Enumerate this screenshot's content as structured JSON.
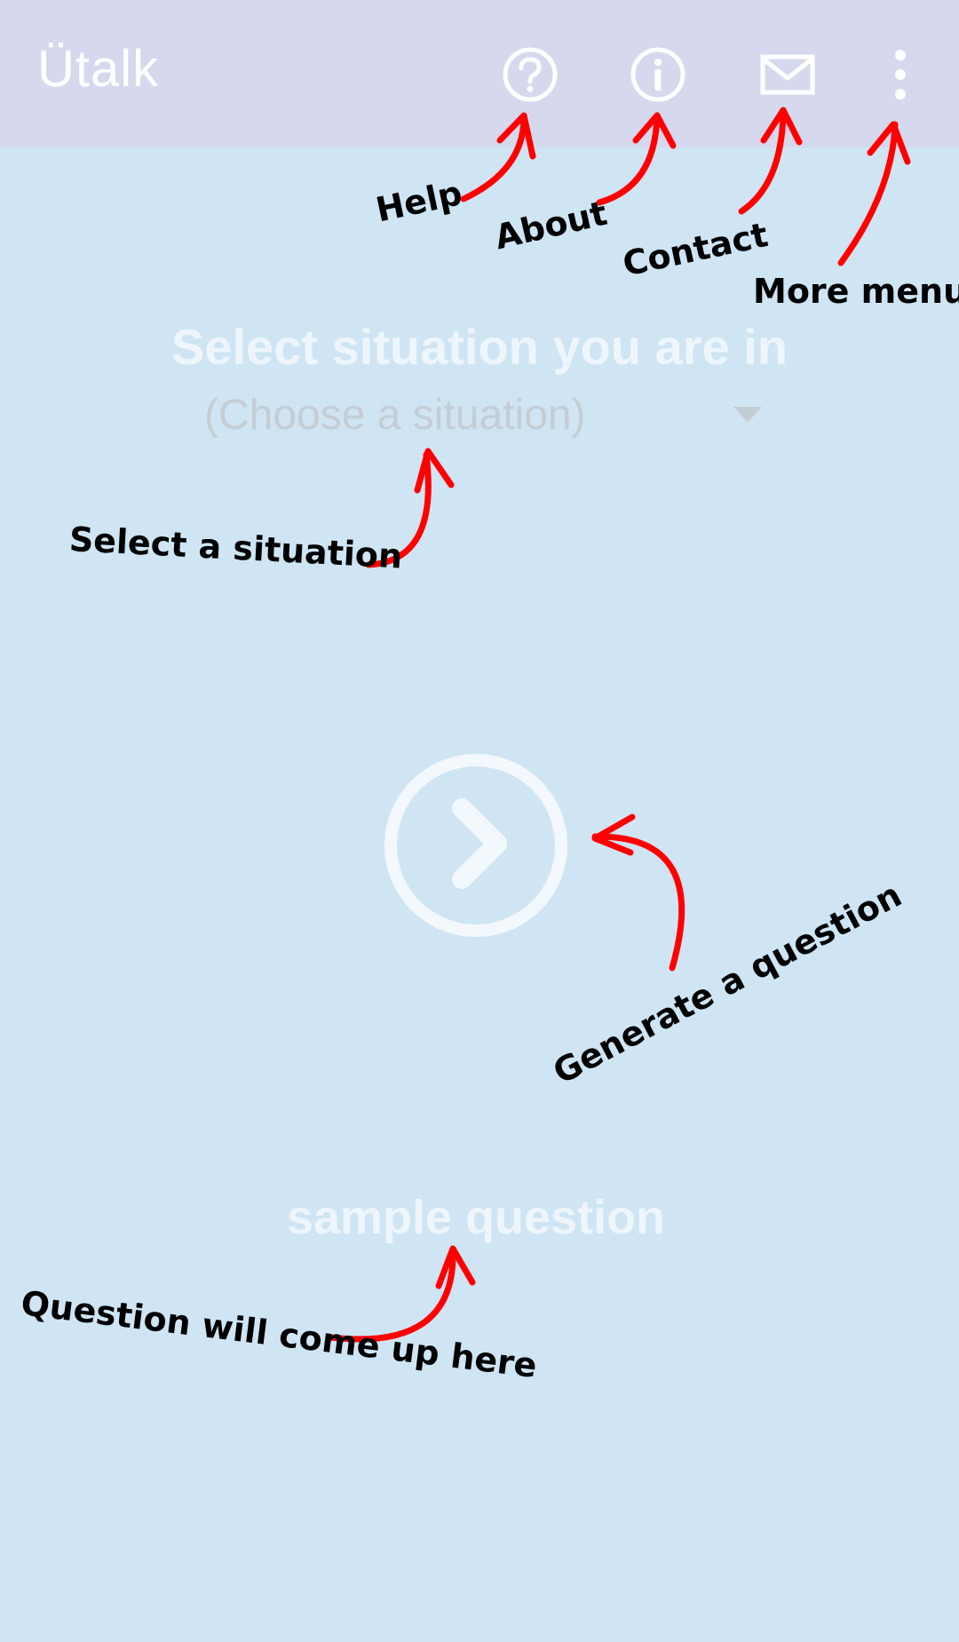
{
  "app": {
    "title": "Ütalk"
  },
  "toolbar": {
    "help_icon": "help-circle-icon",
    "about_icon": "info-circle-icon",
    "contact_icon": "envelope-icon",
    "more_icon": "vertical-ellipsis-icon"
  },
  "main": {
    "prompt_title": "Select situation you are in",
    "situation_placeholder": "(Choose a situation)",
    "generate_icon": "chevron-right-circle-icon",
    "question_text": "sample question"
  },
  "annotations": {
    "help": "Help",
    "about": "About",
    "contact": "Contact",
    "more_menu": "More menu",
    "select_situation": "Select a situation",
    "generate_question": "Generate a question",
    "question_here": "Question will come up here"
  },
  "colors": {
    "appbar_bg": "#d6d9ed",
    "page_bg": "#cfe5f3",
    "annotation_arrow": "#ff0000",
    "light_text": "#eef6fc"
  }
}
